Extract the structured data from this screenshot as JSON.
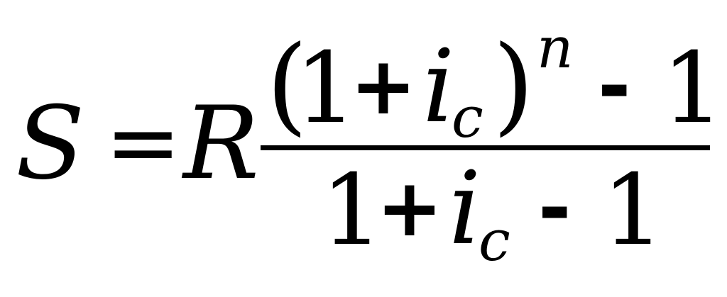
{
  "formula": {
    "lhs": {
      "variable": "S",
      "equals": "="
    },
    "coefficient": "R",
    "numerator": {
      "left_paren": "(",
      "one": "1",
      "plus": "+",
      "rate_base": "i",
      "rate_subscript": "c",
      "right_paren": ")",
      "exponent": "n",
      "minus": "-",
      "one_second": "1"
    },
    "denominator": {
      "one": "1",
      "plus": "+",
      "rate_base": "i",
      "rate_subscript": "c",
      "minus": "-",
      "one_second": "1"
    }
  }
}
